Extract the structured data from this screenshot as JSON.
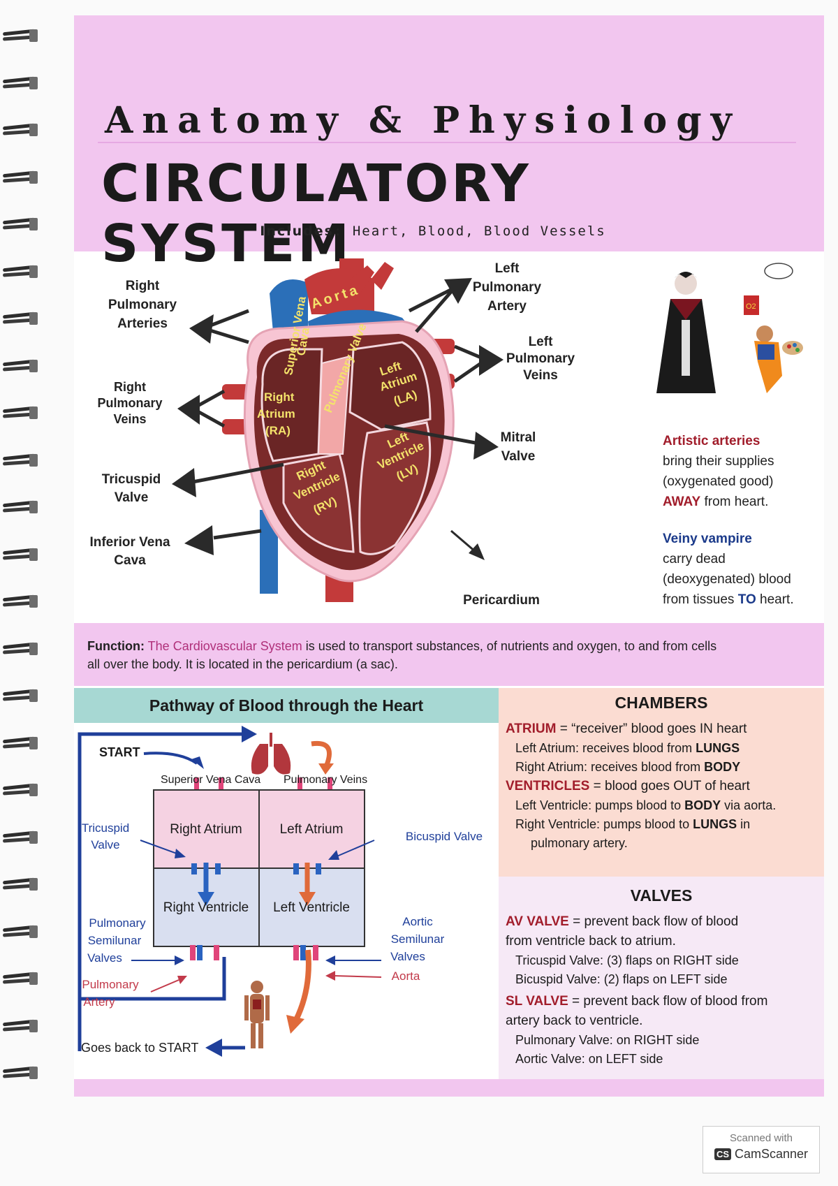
{
  "header": {
    "title_top": "Anatomy & Physiology",
    "title_main": "CIRCULATORY SYSTEM",
    "includes_label": "Includes",
    "includes_value": ": Heart, Blood, Blood Vessels"
  },
  "heart_diagram": {
    "left_labels": [
      "Right Pulmonary Arteries",
      "Right Pulmonary Veins",
      "Tricuspid Valve",
      "Inferior Vena Cava"
    ],
    "right_labels": [
      "Left Pulmonary Artery",
      "Left Pulmonary Veins",
      "Mitral Valve",
      "Pericardium"
    ],
    "inner_labels": [
      "Superior Vena Cava",
      "Aorta",
      "Pulmonary Valve",
      "Left Atrium (LA)",
      "Right Atrium (RA)",
      "Left Ventricle (LV)",
      "Right Ventricle (RV)"
    ],
    "inner": {
      "svc1": "Superior Vena",
      "svc2": "Cava",
      "aorta": "Aorta",
      "pv": "Pulmonary Valve",
      "la1": "Left",
      "la2": "Atrium",
      "la3": "(LA)",
      "ra1": "Right",
      "ra2": "Atrium",
      "ra3": "(RA)",
      "lv1": "Left",
      "lv2": "Ventricle",
      "lv3": "(LV)",
      "rv1": "Right",
      "rv2": "Ventricle",
      "rv3": "(RV)"
    },
    "labels": {
      "rpa1": "Right",
      "rpa2": "Pulmonary",
      "rpa3": "Arteries",
      "rpv1": "Right",
      "rpv2": "Pulmonary",
      "rpv3": "Veins",
      "tv1": "Tricuspid",
      "tv2": "Valve",
      "ivc1": "Inferior Vena",
      "ivc2": "Cava",
      "lpa1": "Left",
      "lpa2": "Pulmonary",
      "lpa3": "Artery",
      "lpv1": "Left",
      "lpv2": "Pulmonary",
      "lpv3": "Veins",
      "mv1": "Mitral",
      "mv2": "Valve",
      "peri": "Pericardium"
    }
  },
  "mnemonics": {
    "artery_title": "Artistic arteries",
    "artery_l1": "bring their supplies",
    "artery_l2": "(oxygenated good)",
    "artery_away": "AWAY",
    "artery_l3": " from heart.",
    "vein_title": "Veiny vampire",
    "vein_l1": "carry dead",
    "vein_l2": "(deoxygenated) blood",
    "vein_l3a": "from tissues ",
    "vein_to": "TO",
    "vein_l3b": " heart.",
    "o2_tag": "O2"
  },
  "function": {
    "label": "Function:",
    "system": "The Cardiovascular System",
    "text1": " is used to transport substances, of nutrients and oxygen, to and from cells",
    "text2": "all over the body. It is located in the pericardium (a sac)."
  },
  "pathway": {
    "title": "Pathway of Blood through the Heart",
    "start": "START",
    "svc": "Superior Vena Cava",
    "pul_veins": "Pulmonary Veins",
    "right_atrium": "Right Atrium",
    "left_atrium": "Left Atrium",
    "right_ventricle": "Right Ventricle",
    "left_ventricle": "Left Ventricle",
    "tricuspid1": "Tricuspid",
    "tricuspid2": "Valve",
    "bicuspid": "Bicuspid Valve",
    "pulsemi1": "Pulmonary",
    "pulsemi2": "Semilunar",
    "pulsemi3": "Valves",
    "aortic1": "Aortic",
    "aortic2": "Semilunar",
    "aortic3": "Valves",
    "aorta": "Aorta",
    "pul_artery1": "Pulmonary",
    "pul_artery2": "Artery",
    "back": "Goes back to START"
  },
  "chambers": {
    "heading": "CHAMBERS",
    "atrium_key": "ATRIUM",
    "atrium_def": " = “receiver” blood goes IN heart",
    "la_a": "Left Atrium: receives blood from ",
    "la_b": "LUNGS",
    "ra_a": "Right Atrium: receives blood from ",
    "ra_b": "BODY",
    "vent_key": "VENTRICLES",
    "vent_def": " = blood goes OUT of heart",
    "lv_a": "Left Ventricle: pumps blood to ",
    "lv_b": "BODY",
    "lv_c": " via aorta.",
    "rv_a": "Right Ventricle: pumps blood to ",
    "rv_b": "LUNGS",
    "rv_c": " in",
    "rv_d": "pulmonary artery."
  },
  "valves": {
    "heading": "VALVES",
    "av_key": "AV VALVE",
    "av_def1": " = prevent back flow of blood",
    "av_def2": "from ventricle back to atrium.",
    "tri": "Tricuspid Valve: (3) flaps on RIGHT side",
    "bi": "Bicuspid Valve: (2) flaps on LEFT side",
    "sl_key": "SL VALVE",
    "sl_def1": " = prevent back flow of blood from",
    "sl_def2": "artery back to ventricle.",
    "pv": "Pulmonary Valve: on RIGHT side",
    "ao": "Aortic Valve: on LEFT side"
  },
  "scanner": {
    "line1": "Scanned with",
    "badge": "CS",
    "brand": "CamScanner"
  },
  "colors": {
    "header_pink": "#f2c6ef",
    "pathway_teal": "#a7d8d3",
    "chambers_peach": "#fbdcd2",
    "accent_red": "#a11d2b",
    "accent_blue": "#1b3a8a"
  }
}
